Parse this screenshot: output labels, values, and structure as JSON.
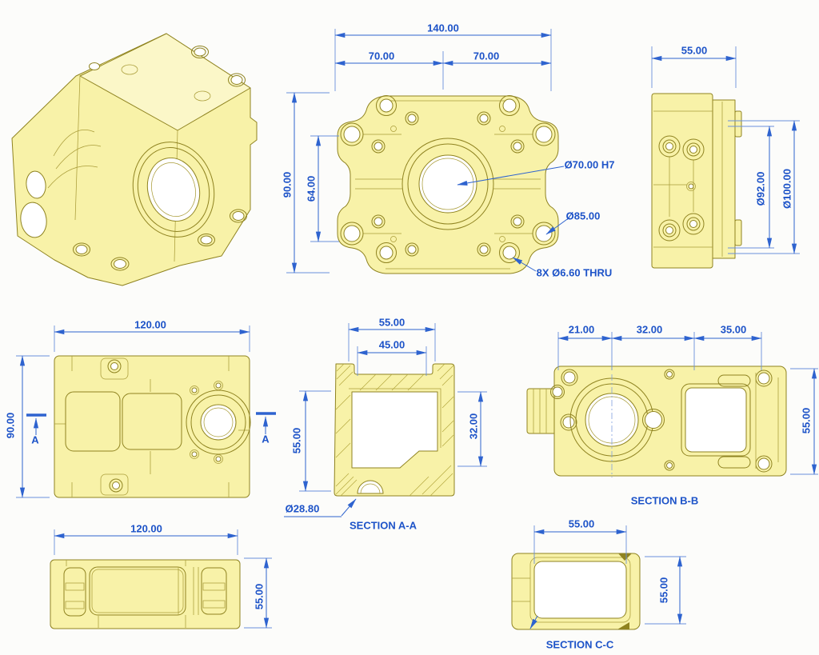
{
  "colors": {
    "background": "#fcfcfa",
    "part_fill": "#f8f2a8",
    "part_fill_top": "#fbf7c8",
    "part_edge": "#8f8320",
    "dimension_blue": "#2e63cf",
    "dimension_text_blue": "#1d53c8"
  },
  "front_view": {
    "dim_width_total": "140.00",
    "dim_width_left": "70.00",
    "dim_width_right": "70.00",
    "dim_height_total": "90.00",
    "dim_height_inner": "64.00",
    "label_bore": "Ø70.00 H7",
    "label_boss_circle": "Ø85.00",
    "label_bolt_holes": "8X Ø6.60 THRU"
  },
  "side_view": {
    "dim_depth": "55.00",
    "label_ring_inner": "Ø92.00",
    "label_ring_outer": "Ø100.00"
  },
  "top_view": {
    "dim_width": "120.00",
    "dim_height": "90.00",
    "section_marker_left": "A",
    "section_marker_right": "A"
  },
  "section_aa": {
    "label": "SECTION A-A",
    "dim_width_outer": "55.00",
    "dim_width_inner": "45.00",
    "dim_height_outer": "55.00",
    "dim_height_inner": "32.00",
    "label_bore": "Ø28.80"
  },
  "section_bb": {
    "label": "SECTION B-B",
    "dim_segment_left": "21.00",
    "dim_segment_middle": "32.00",
    "dim_segment_right": "35.00",
    "dim_height": "55.00"
  },
  "bottom_view": {
    "dim_width": "120.00",
    "dim_height": "55.00"
  },
  "section_cc": {
    "label": "SECTION C-C",
    "dim_width": "55.00",
    "dim_height": "55.00"
  }
}
